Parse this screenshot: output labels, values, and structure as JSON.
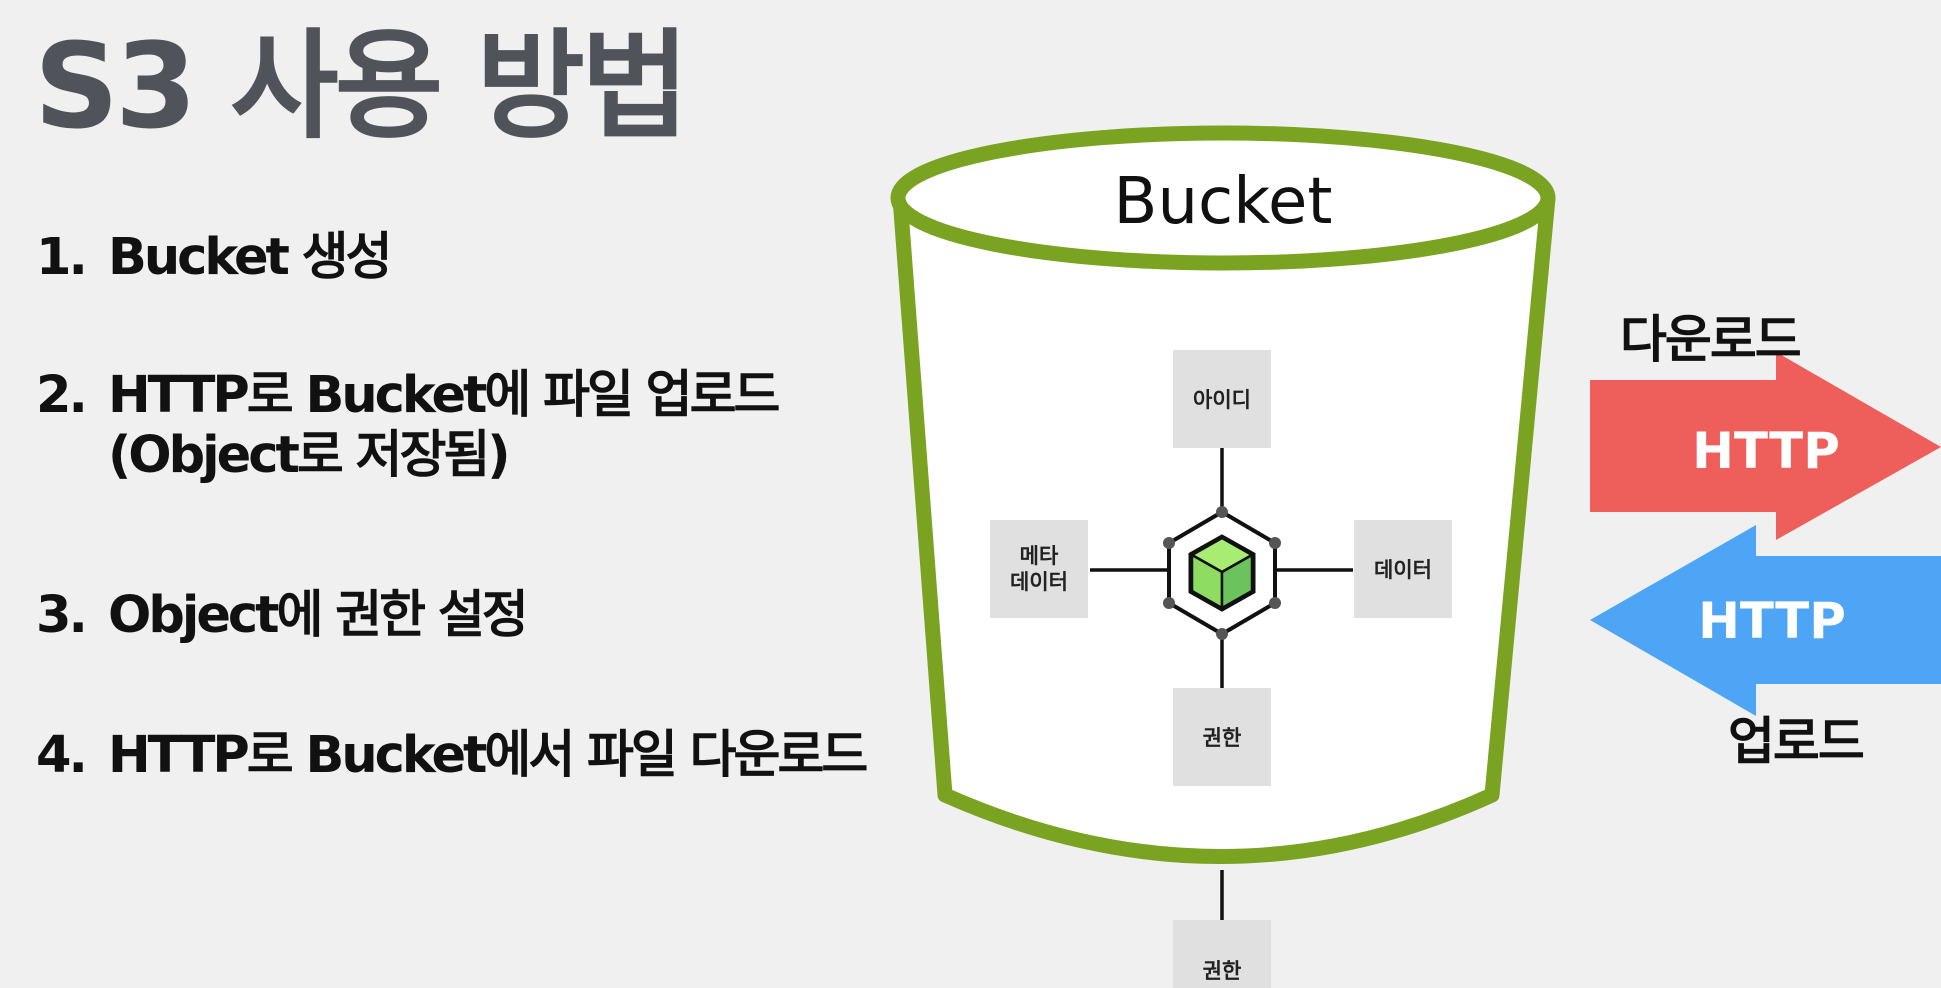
{
  "title": "S3 사용 방법",
  "steps": [
    {
      "num": "1.",
      "lines": [
        "Bucket 생성"
      ]
    },
    {
      "num": "2.",
      "lines": [
        "HTTP로 Bucket에 파일 업로드",
        "(Object로 저장됨)"
      ]
    },
    {
      "num": "3.",
      "lines": [
        "Object에 권한 설정"
      ]
    },
    {
      "num": "4.",
      "lines": [
        "HTTP로 Bucket에서 파일 다운로드"
      ]
    }
  ],
  "bucket": {
    "label": "Bucket",
    "object_nodes": {
      "top": "아이디",
      "left_line1": "메타",
      "left_line2": "데이터",
      "right": "데이터",
      "bottom": "권한",
      "below_bucket": "권한"
    }
  },
  "arrows": {
    "download_label": "다운로드",
    "download_text": "HTTP",
    "upload_text": "HTTP",
    "upload_label": "업로드"
  },
  "colors": {
    "bucket_green": "#7aa321",
    "download_arrow": "#ee5f5b",
    "upload_arrow": "#4ea5f5",
    "title_gray": "#50545a",
    "node_box": "#e0e0e0",
    "cube_green": "#8fdc63"
  }
}
